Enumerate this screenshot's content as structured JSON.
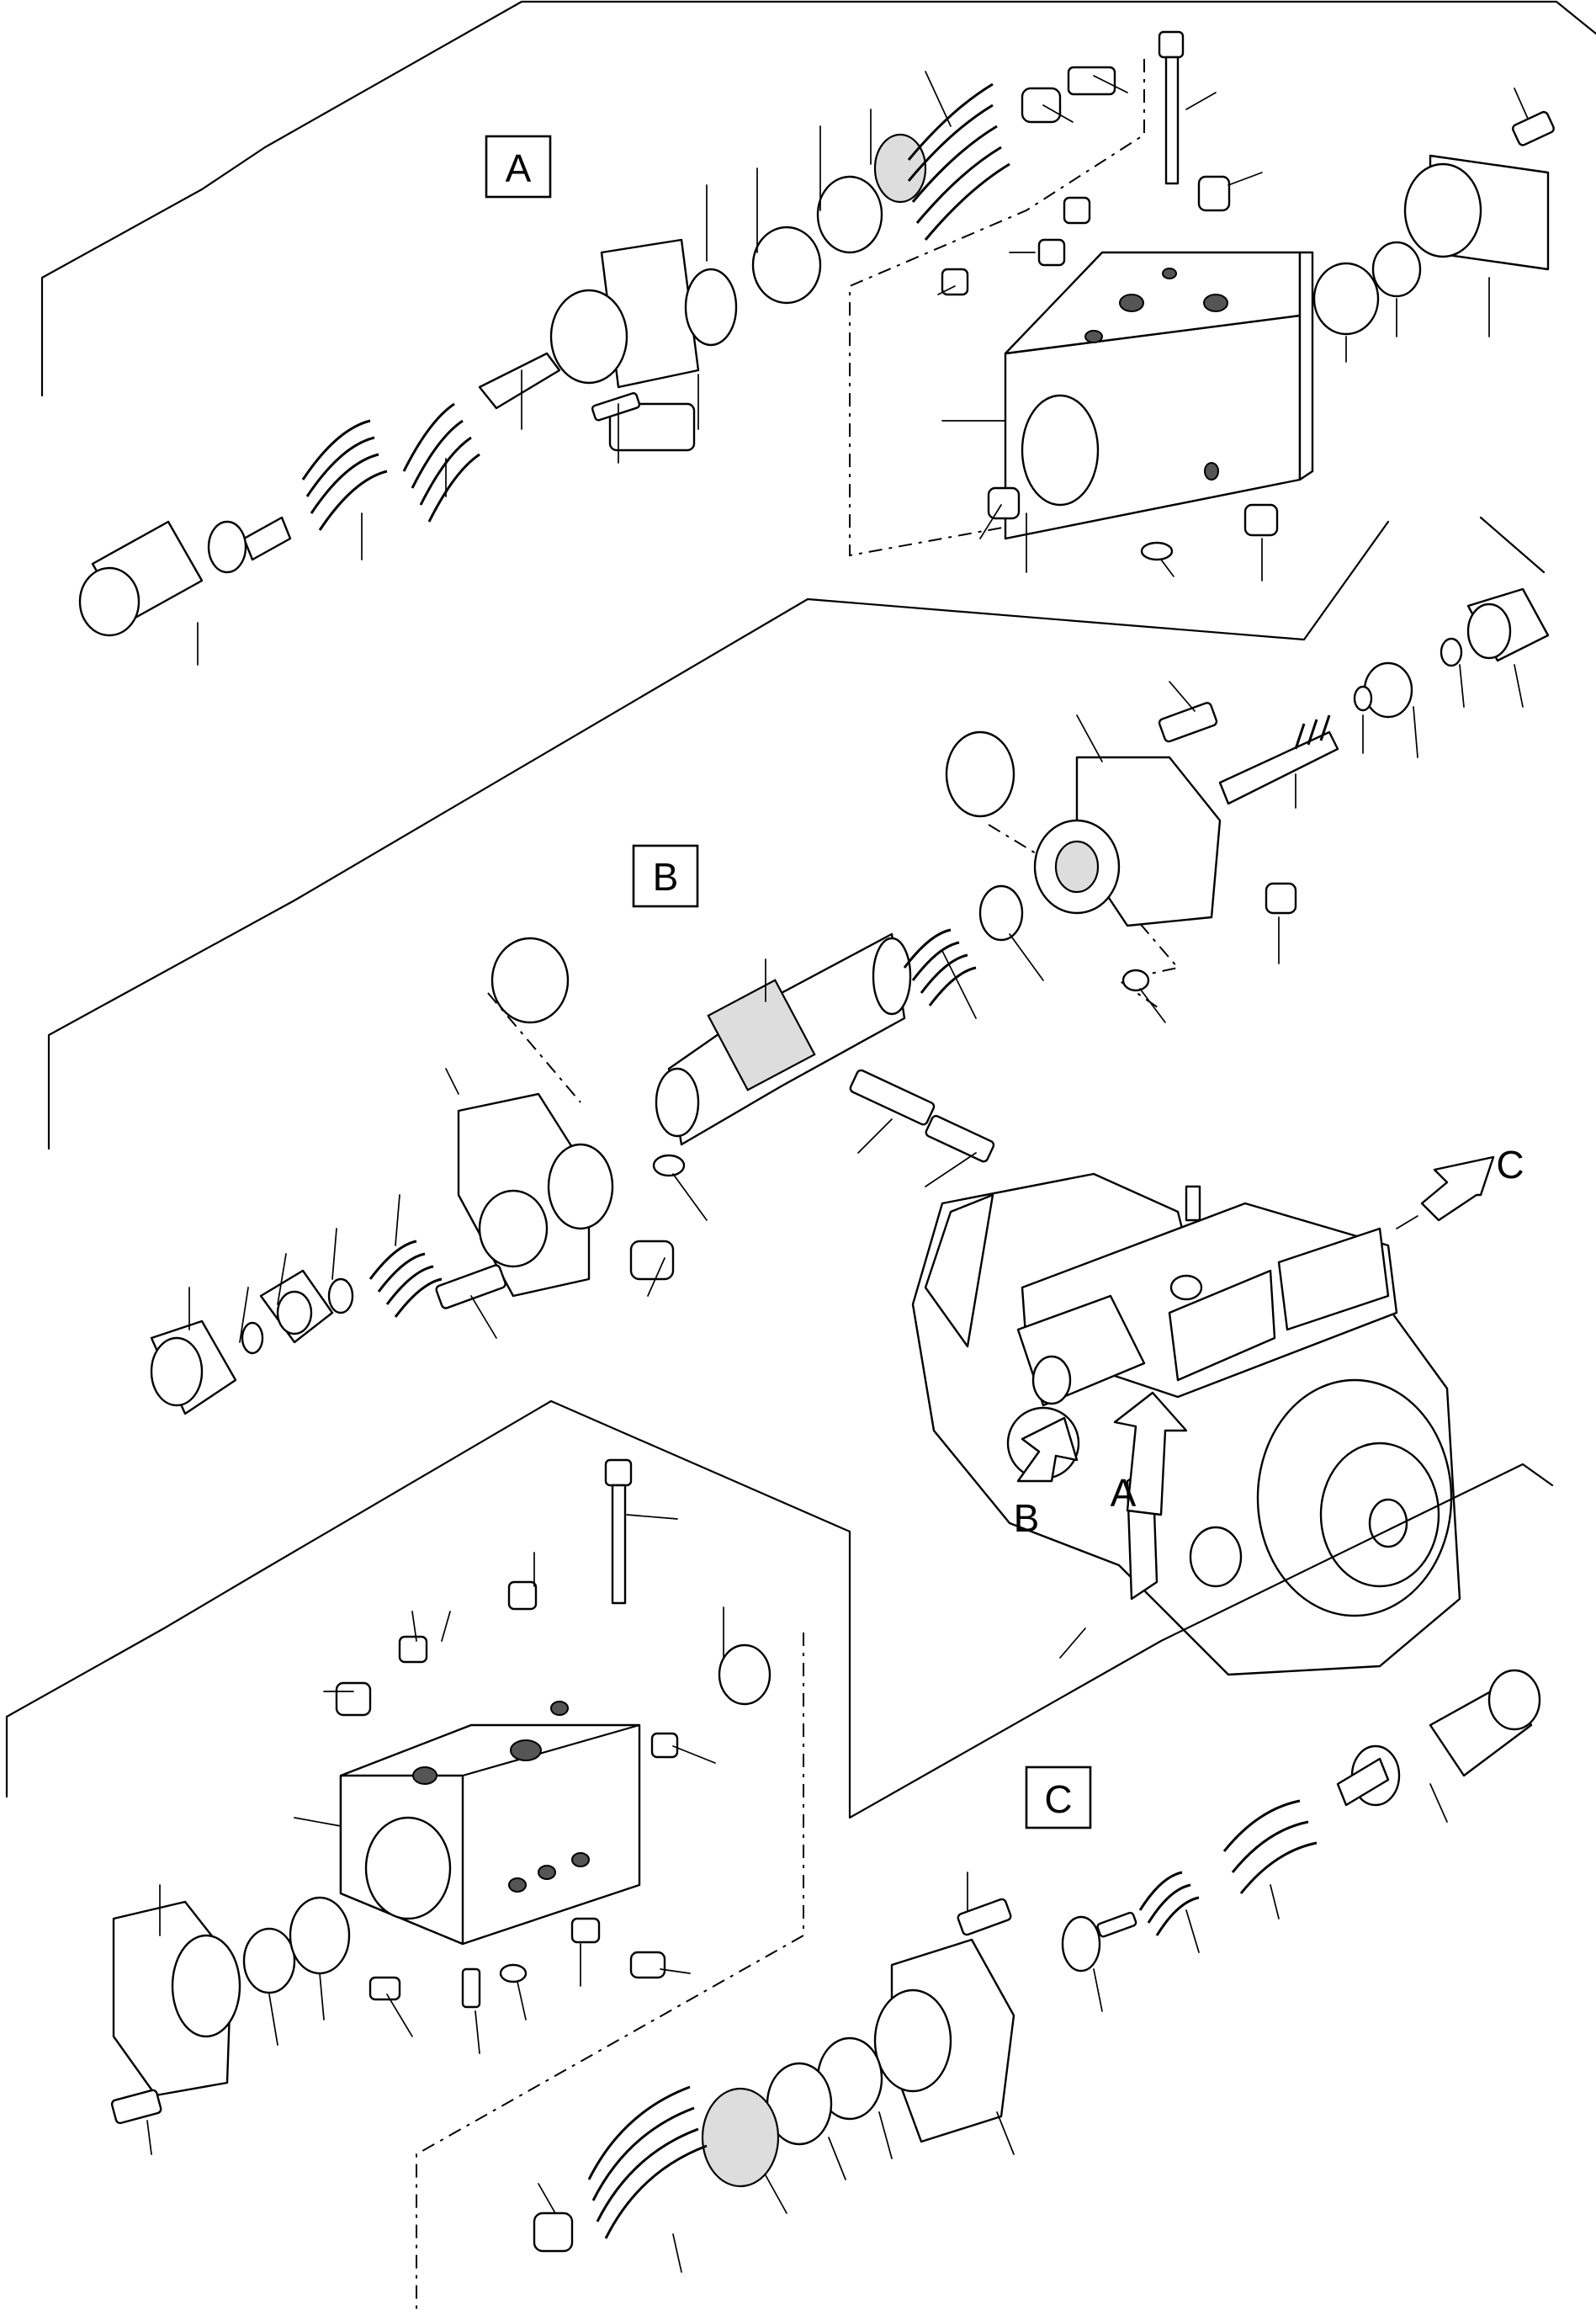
{
  "diagram": {
    "view_labels": {
      "a": "A",
      "b": "B",
      "c": "C"
    },
    "arrow_labels": {
      "a": "A",
      "b": "B",
      "c": "C"
    }
  }
}
